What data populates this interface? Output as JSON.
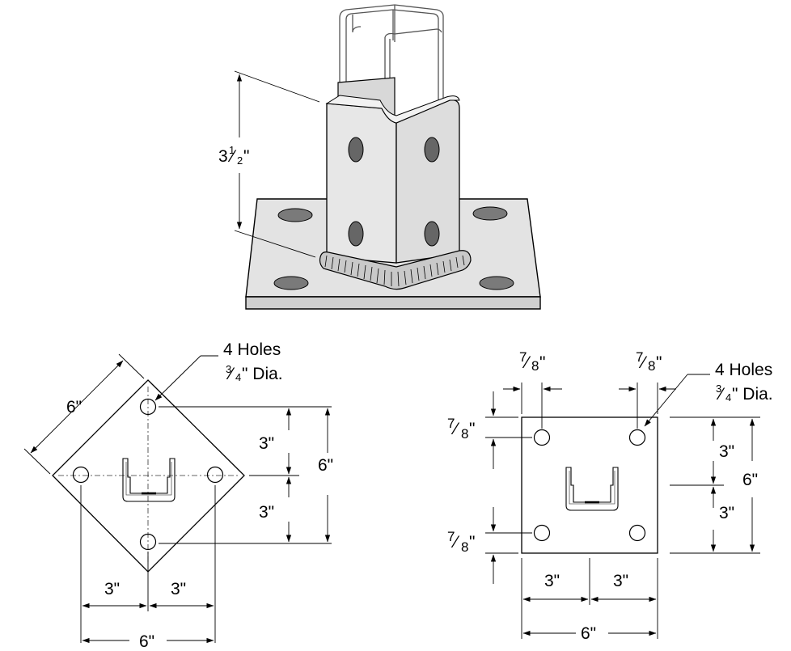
{
  "iso_view": {
    "height_whole": "3",
    "height_num": "1",
    "height_den": "2",
    "inch": "\""
  },
  "diamond_view": {
    "note_line1": "4 Holes",
    "note_frac_num": "3",
    "note_frac_den": "4",
    "note_line2_rest": "\" Dia.",
    "diag_side": "6\"",
    "v_half_top": "3\"",
    "v_half_bottom": "3\"",
    "v_total": "6\"",
    "h_half_left": "3\"",
    "h_half_right": "3\"",
    "h_total": "6\""
  },
  "square_view": {
    "note_line1": "4 Holes",
    "note_frac_num": "3",
    "note_frac_den": "4",
    "note_line2_rest": "\" Dia.",
    "edge_num": "7",
    "edge_den": "8",
    "inch": "\"",
    "v_half_top": "3\"",
    "v_half_bottom": "3\"",
    "v_total": "6\"",
    "h_half_left": "3\"",
    "h_half_right": "3\"",
    "h_total": "6\""
  }
}
